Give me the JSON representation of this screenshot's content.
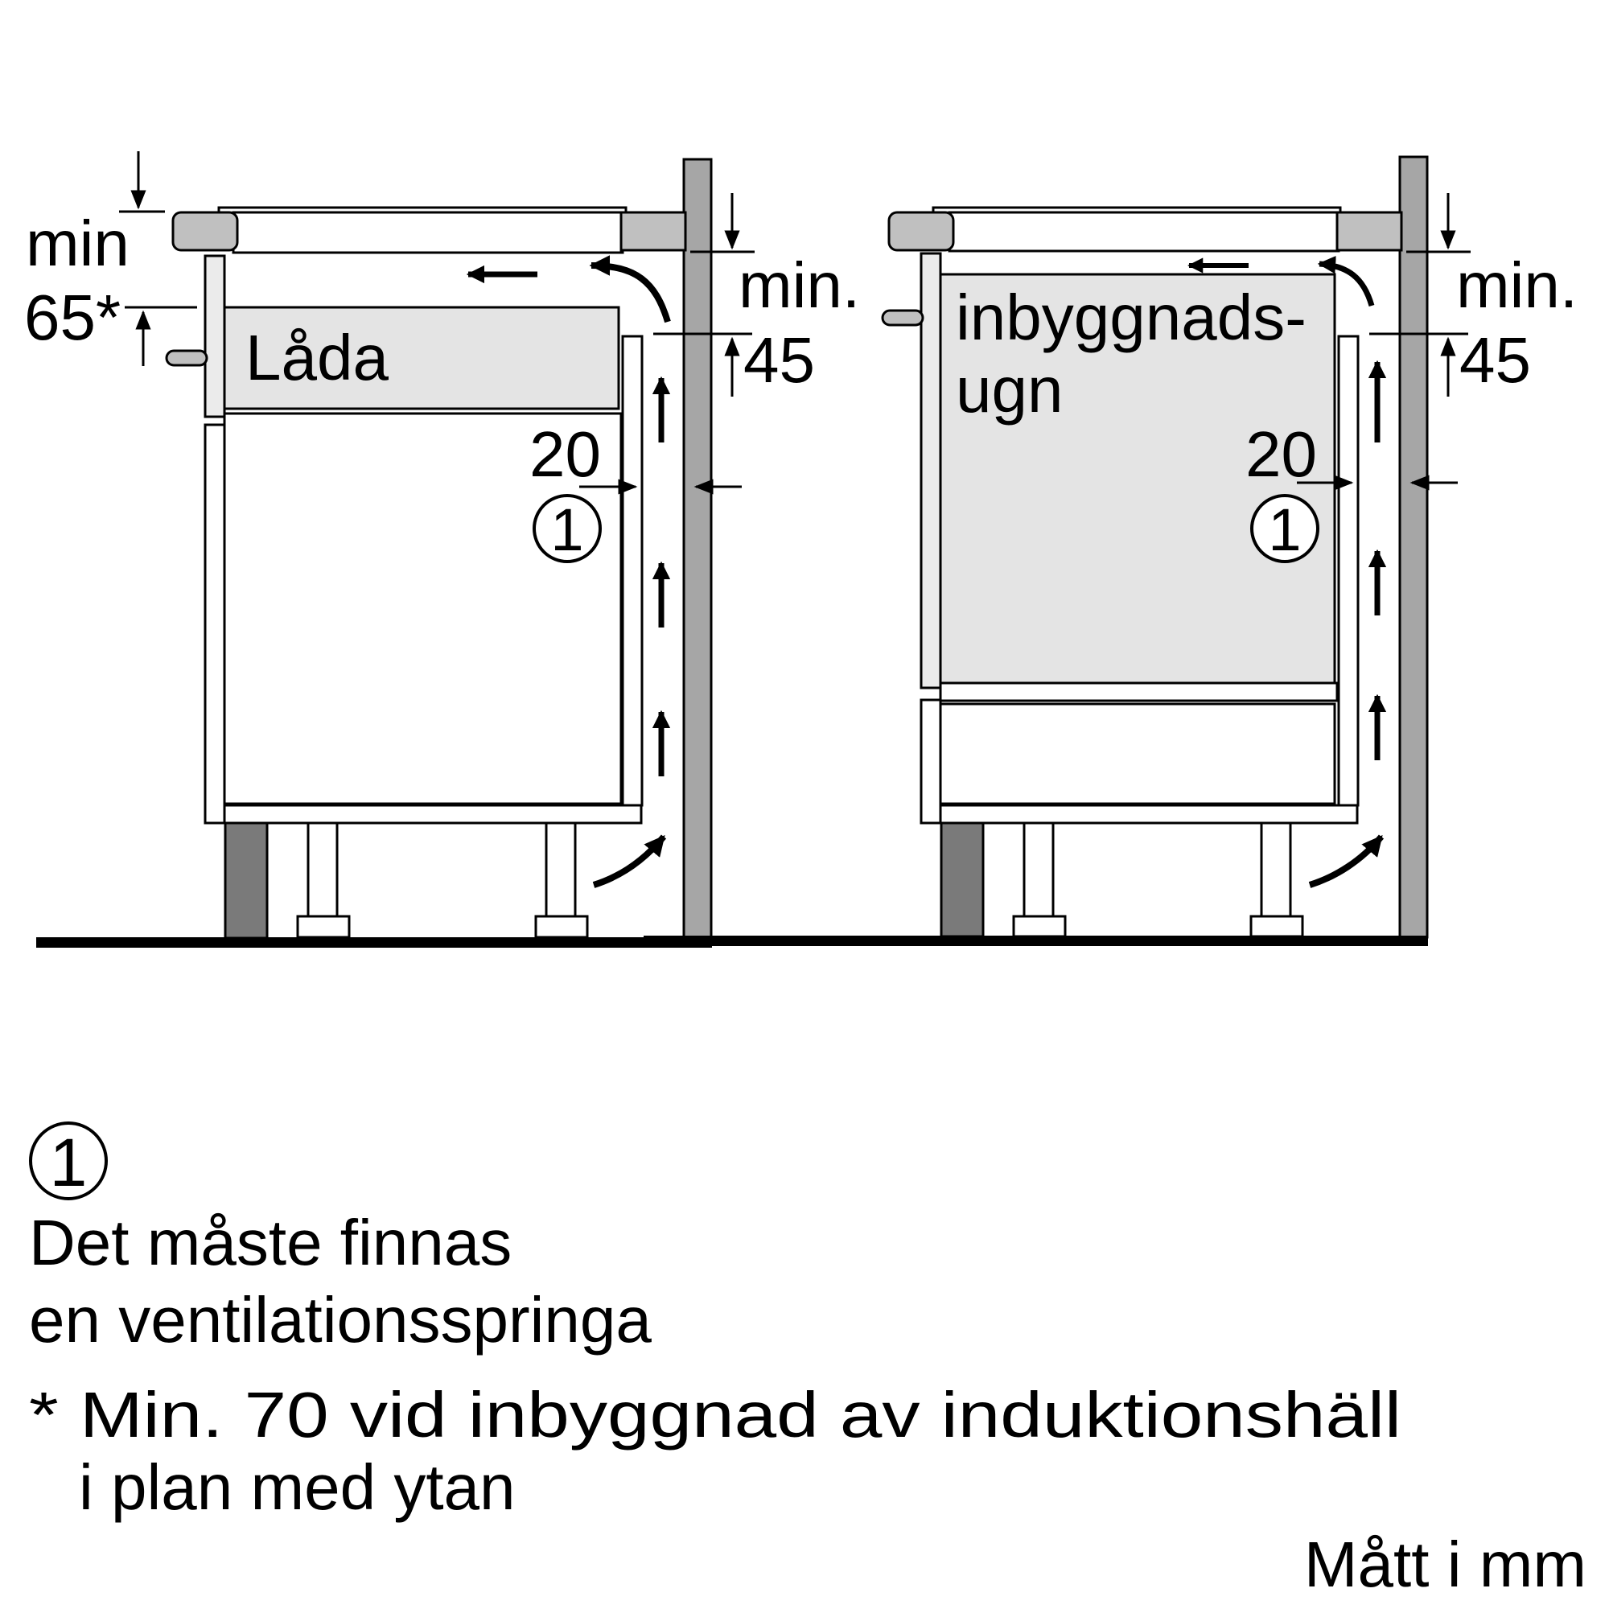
{
  "left_diagram": {
    "drawer_label": "Låda",
    "dim_top_line1": "min",
    "dim_top_line2": "65*",
    "dim_right_line1": "min.",
    "dim_right_line2": "45",
    "dim_gap": "20",
    "marker": "1"
  },
  "right_diagram": {
    "oven_label_line1": "inbyggnads-",
    "oven_label_line2": "ugn",
    "dim_right_line1": "min.",
    "dim_right_line2": "45",
    "dim_gap": "20",
    "marker": "1"
  },
  "legend": {
    "marker": "1",
    "line1": "Det måste finnas",
    "line2": "en ventilationsspringa"
  },
  "footnote": {
    "line1": "* Min. 70 vid inbyggnad av induktionshäll",
    "line2": "i plan med ytan"
  },
  "units": "Mått i mm"
}
